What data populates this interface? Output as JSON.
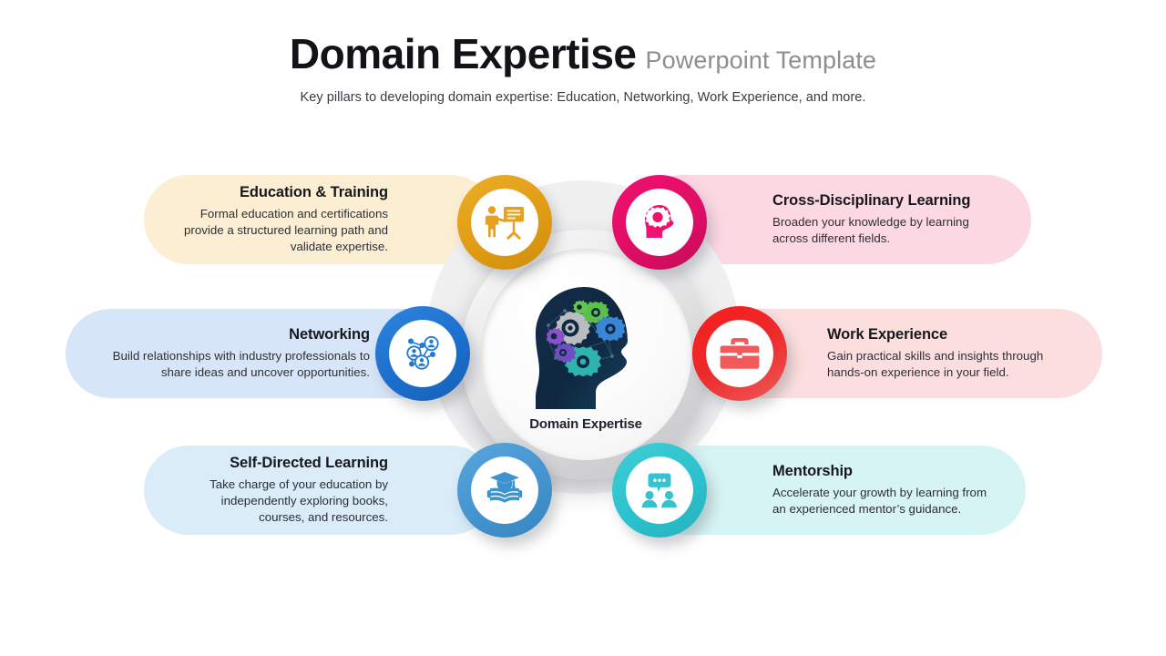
{
  "header": {
    "title_main": "Domain Expertise",
    "title_sub": "Powerpoint Template",
    "subtitle": "Key pillars to developing domain expertise: Education, Networking, Work Experience, and more."
  },
  "hub": {
    "label": "Domain Expertise",
    "icon": "head-with-gears-icon",
    "gear_colors": [
      "#b9bcc0",
      "#5bbf4a",
      "#3a86d6",
      "#8a52c9",
      "#2fb3ae",
      "#6f4fbf"
    ],
    "head_color": "#132a45"
  },
  "pillars": [
    {
      "id": "education-training",
      "title": "Education & Training",
      "desc": "Formal education and certifications provide a structured learning path and validate expertise.",
      "side": "left",
      "pill_color": "#fceed3",
      "ring_color": "#e09c14",
      "icon": "presenter-whiteboard-icon"
    },
    {
      "id": "networking",
      "title": "Networking",
      "desc": "Build relationships with industry professionals to share ideas and uncover opportunities.",
      "side": "left",
      "pill_color": "#d7e5f8",
      "ring_color": "#1b6fcd",
      "icon": "network-nodes-icon"
    },
    {
      "id": "self-directed-learning",
      "title": "Self-Directed Learning",
      "desc": "Take charge of your education by independently exploring books, courses, and resources.",
      "side": "left",
      "pill_color": "#d9ecf8",
      "ring_color": "#4394cf",
      "icon": "graduate-reading-book-icon"
    },
    {
      "id": "cross-disciplinary-learning",
      "title": "Cross-Disciplinary Learning",
      "desc": "Broaden your knowledge by learning across different fields.",
      "side": "right",
      "pill_color": "#fcd8e3",
      "ring_color": "#e00d66",
      "icon": "head-gear-icon"
    },
    {
      "id": "work-experience",
      "title": "Work Experience",
      "desc": "Gain practical skills and insights through hands-on experience in your field.",
      "side": "right",
      "pill_color": "#fcdede",
      "ring_color": "#ec2a2a",
      "icon": "briefcase-icon"
    },
    {
      "id": "mentorship",
      "title": "Mentorship",
      "desc": "Accelerate your growth by learning from an experienced mentor’s guidance.",
      "side": "right",
      "pill_color": "#d6f4f4",
      "ring_color": "#2cc2cd",
      "icon": "two-people-speech-bubble-icon"
    }
  ]
}
